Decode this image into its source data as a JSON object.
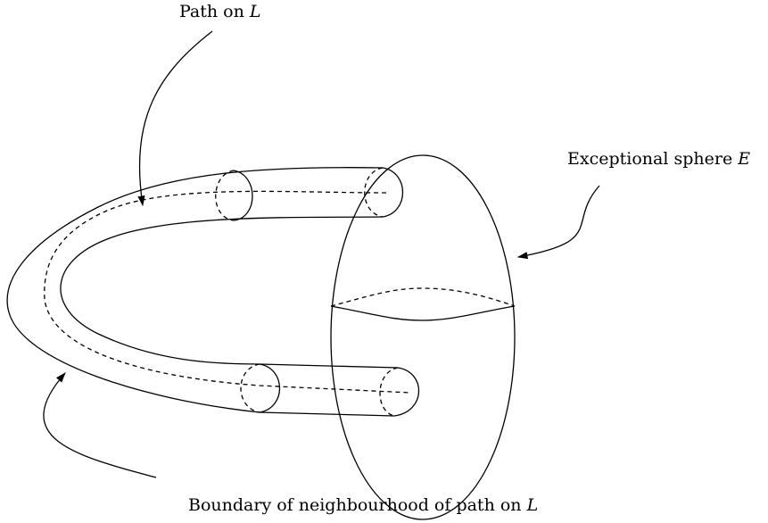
{
  "labels": {
    "path": {
      "text": "Path on ",
      "symbol": "L"
    },
    "sphere": {
      "text": "Exceptional sphere ",
      "symbol": "E"
    },
    "boundary": {
      "text": "Boundary of neighbourhood of path on ",
      "symbol": "L"
    }
  },
  "colors": {
    "stroke": "#000000",
    "background": "#ffffff"
  }
}
